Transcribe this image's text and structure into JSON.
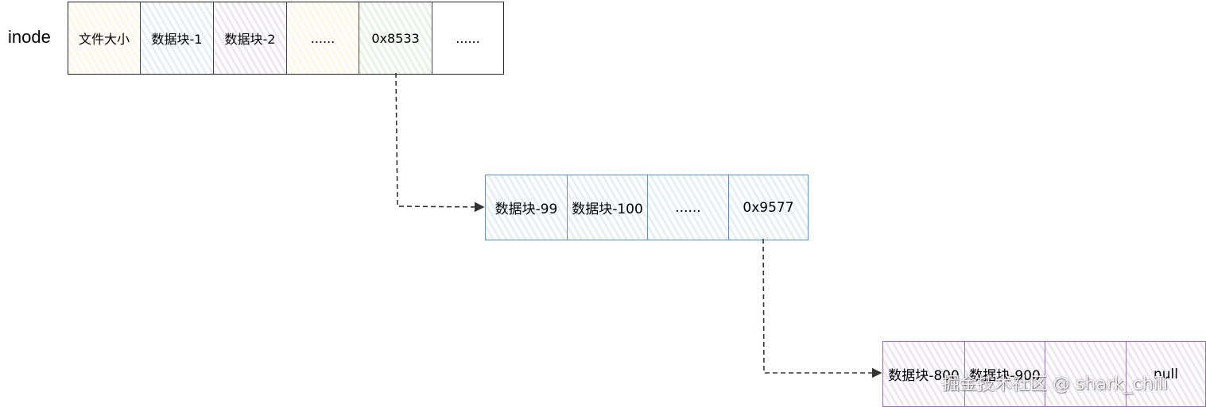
{
  "inode_label": "inode",
  "row1": {
    "cells": [
      {
        "text": "文件大小"
      },
      {
        "text": "数据块-1"
      },
      {
        "text": "数据块-2"
      },
      {
        "text": "......"
      },
      {
        "text": "0x8533"
      },
      {
        "text": "......"
      }
    ]
  },
  "row2": {
    "cells": [
      {
        "text": "数据块-99"
      },
      {
        "text": "数据块-100"
      },
      {
        "text": "......"
      },
      {
        "text": "0x9577"
      }
    ]
  },
  "row3": {
    "cells": [
      {
        "text": "数据块-800"
      },
      {
        "text": "数据块-900"
      },
      {
        "text": ""
      },
      {
        "text": "null"
      }
    ]
  },
  "watermark": "掘金技术社区 @ shark_chili",
  "colors": {
    "row2_border": "#6c8ebf",
    "row3_border": "#9673a6",
    "arrow": "#333333"
  }
}
